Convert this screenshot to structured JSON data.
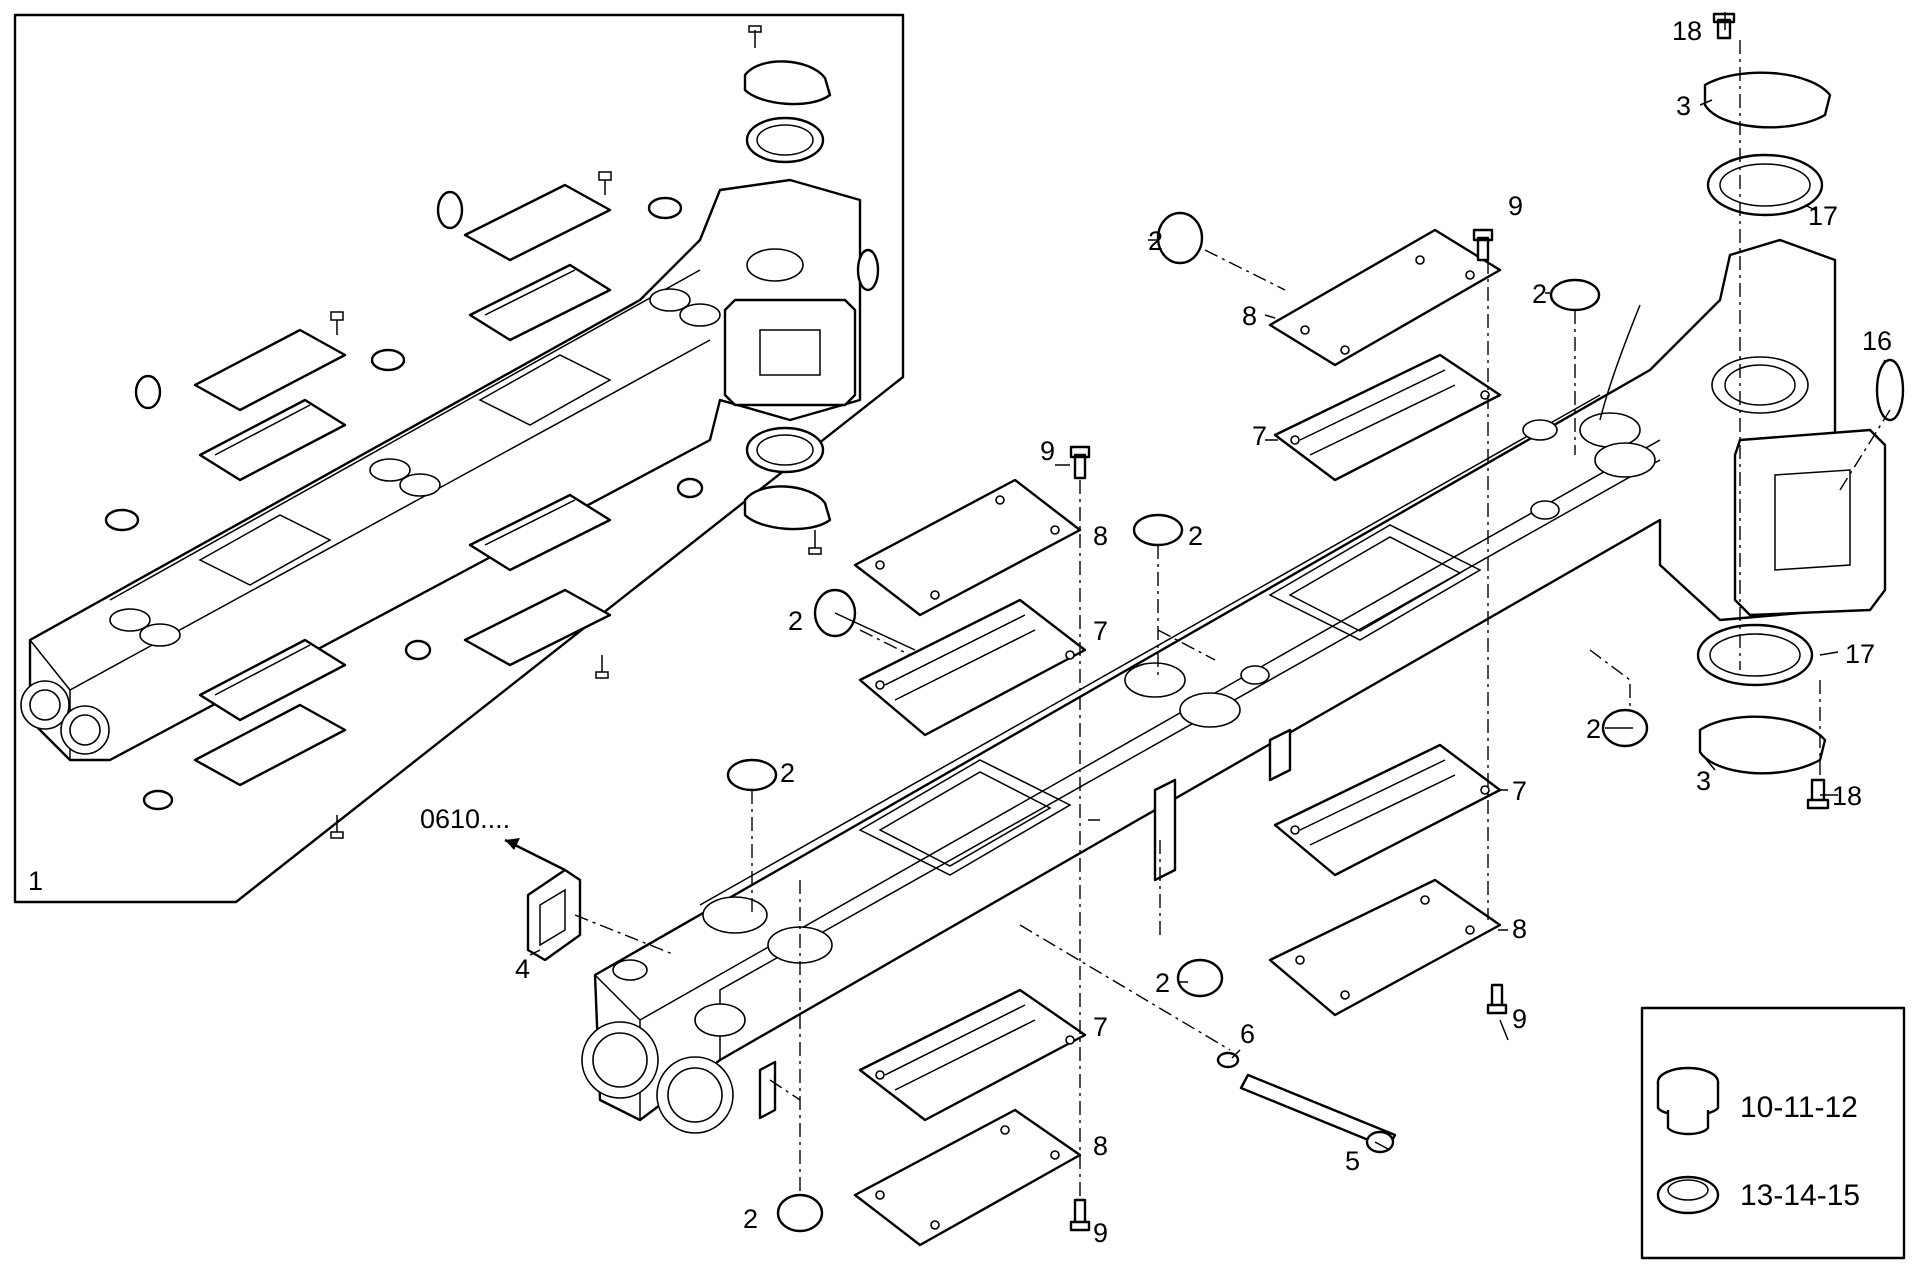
{
  "inset": {
    "label": "1"
  },
  "legend": {
    "plug_label": "10-11-12",
    "seal_label": "13-14-15"
  },
  "reference": {
    "label": "0610...."
  },
  "callouts": {
    "c18a": "18",
    "c3a": "3",
    "c17a": "17",
    "c16": "16",
    "c9a": "9",
    "c2a": "2",
    "c8a": "8",
    "c7a": "7",
    "c2b": "2",
    "c9b": "9",
    "c8b": "8",
    "c2c": "2",
    "c2d": "2",
    "c7b": "7",
    "c2e": "2",
    "c17b": "17",
    "c2f": "2",
    "c3b": "3",
    "c18b": "18",
    "c7c": "7",
    "c4": "4",
    "c8c": "8",
    "c2g": "2",
    "c9c": "9",
    "c6": "6",
    "c7d": "7",
    "c5": "5",
    "c8d": "8",
    "c2h": "2",
    "c9d": "9"
  }
}
